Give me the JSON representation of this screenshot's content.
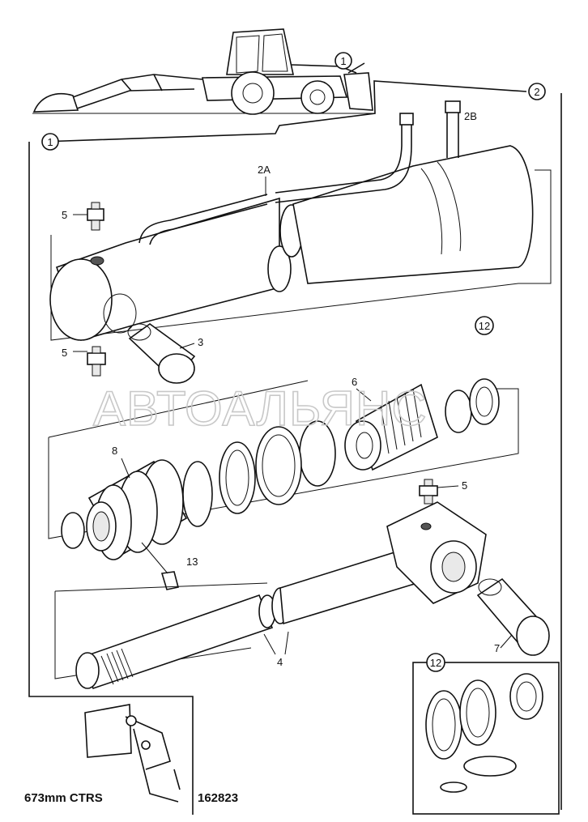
{
  "diagram": {
    "callouts": [
      {
        "id": "c1_top",
        "text": "1"
      },
      {
        "id": "c2",
        "text": "2"
      },
      {
        "id": "c1_main",
        "text": "1"
      },
      {
        "id": "c12_mid",
        "text": "12"
      },
      {
        "id": "c12_box",
        "text": "12"
      }
    ],
    "part_labels": [
      {
        "id": "p2A",
        "text": "2A"
      },
      {
        "id": "p2B",
        "text": "2B"
      },
      {
        "id": "p5a",
        "text": "5"
      },
      {
        "id": "p5b",
        "text": "5"
      },
      {
        "id": "p5c",
        "text": "5"
      },
      {
        "id": "p3",
        "text": "3"
      },
      {
        "id": "p6",
        "text": "6"
      },
      {
        "id": "p8",
        "text": "8"
      },
      {
        "id": "p13",
        "text": "13"
      },
      {
        "id": "p4",
        "text": "4"
      },
      {
        "id": "p7",
        "text": "7"
      }
    ],
    "watermark": "АВТОАЛЬЯНС",
    "footer_left": "673mm CTRS",
    "footer_right": "162823"
  }
}
